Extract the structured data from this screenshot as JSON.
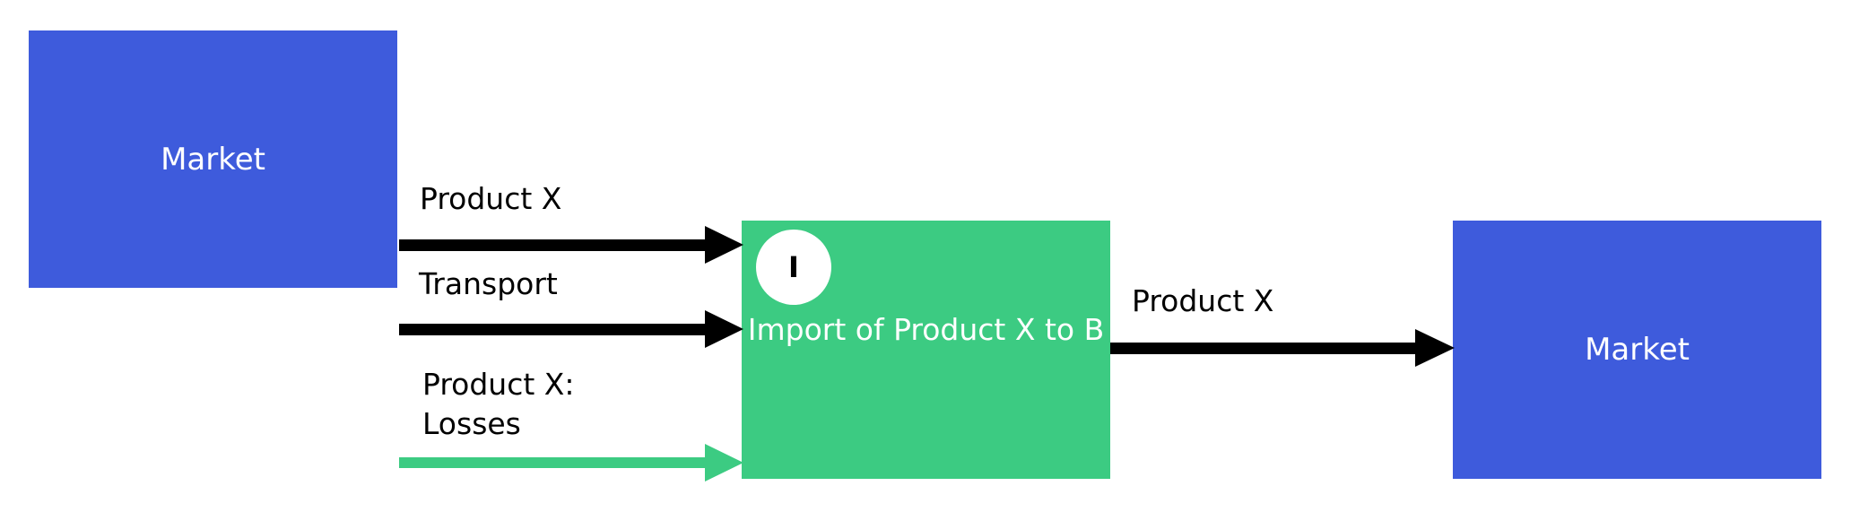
{
  "nodes": {
    "market_left": "Market",
    "process_label": "Import of Product X to B",
    "process_badge": "I",
    "market_right": "Market"
  },
  "flows": {
    "input_product": "Product X",
    "input_transport": "Transport",
    "input_losses_line1": "Product X:",
    "input_losses_line2": "Losses",
    "output_product": "Product X"
  },
  "colors": {
    "market_box": "#3e5bdc",
    "process_box": "#3ccb82",
    "arrow_default": "#000000",
    "arrow_losses": "#3ccb82"
  }
}
